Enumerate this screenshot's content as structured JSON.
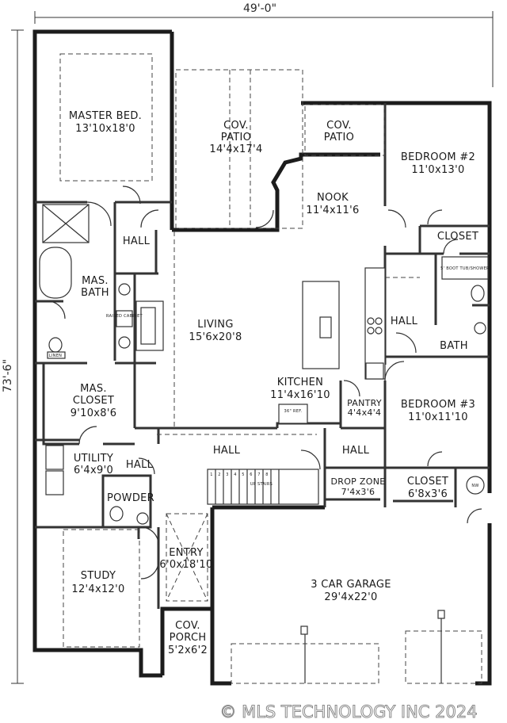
{
  "dimensions": {
    "overall_width": "49'-0\"",
    "overall_depth": "73'-6\""
  },
  "rooms": {
    "master_bed": {
      "name": "MASTER BED.",
      "size": "13'10x18'0"
    },
    "cov_patio_main": {
      "name": "COV.",
      "line2": "PATIO",
      "size": "14'4x17'4"
    },
    "cov_patio_small": {
      "name": "COV.",
      "line2": "PATIO"
    },
    "bedroom2": {
      "name": "BEDROOM #2",
      "size": "11'0x13'0"
    },
    "nook": {
      "name": "NOOK",
      "size": "11'4x11'6"
    },
    "closet_b2": {
      "name": "CLOSET"
    },
    "hall_master": {
      "name": "HALL"
    },
    "mas_bath": {
      "name": "MAS.",
      "line2": "BATH"
    },
    "living": {
      "name": "LIVING",
      "size": "15'6x20'8"
    },
    "hall_bed": {
      "name": "HALL"
    },
    "bath": {
      "name": "BATH"
    },
    "mas_closet": {
      "name": "MAS.",
      "line2": "CLOSET",
      "size": "9'10x8'6"
    },
    "kitchen": {
      "name": "KITCHEN",
      "size": "11'4x16'10"
    },
    "pantry": {
      "name": "PANTRY",
      "size": "4'4x4'4"
    },
    "bedroom3": {
      "name": "BEDROOM #3",
      "size": "11'0x11'10"
    },
    "hall_center": {
      "name": "HALL"
    },
    "hall_right": {
      "name": "HALL"
    },
    "utility": {
      "name": "UTILITY",
      "size": "6'4x9'0"
    },
    "hall_utility": {
      "name": "HALL"
    },
    "drop_zone": {
      "name": "DROP ZONE",
      "size": "7'4x3'6"
    },
    "closet_b3": {
      "name": "CLOSET",
      "size": "6'8x3'6"
    },
    "powder": {
      "name": "POWDER"
    },
    "entry": {
      "name": "ENTRY",
      "size": "6'0x18'10"
    },
    "study": {
      "name": "STUDY",
      "size": "12'4x12'0"
    },
    "garage": {
      "name": "3 CAR GARAGE",
      "size": "29'4x22'0"
    },
    "cov_porch": {
      "name": "COV.",
      "line2": "PORCH",
      "size": "5'2x6'2"
    }
  },
  "fixtures": {
    "raised_cabinet": "RAISED CABINET",
    "ref": "36\" REF.",
    "tub_shower": "5' BOOT TUB/SHOWER",
    "linen": "LINEN",
    "stairs_label": "UP STAIRS",
    "stair_numbers": [
      "1",
      "2",
      "3",
      "4",
      "5",
      "6",
      "7",
      "8"
    ],
    "nw": "NW"
  },
  "watermark": "© MLS TECHNOLOGY INC 2024"
}
